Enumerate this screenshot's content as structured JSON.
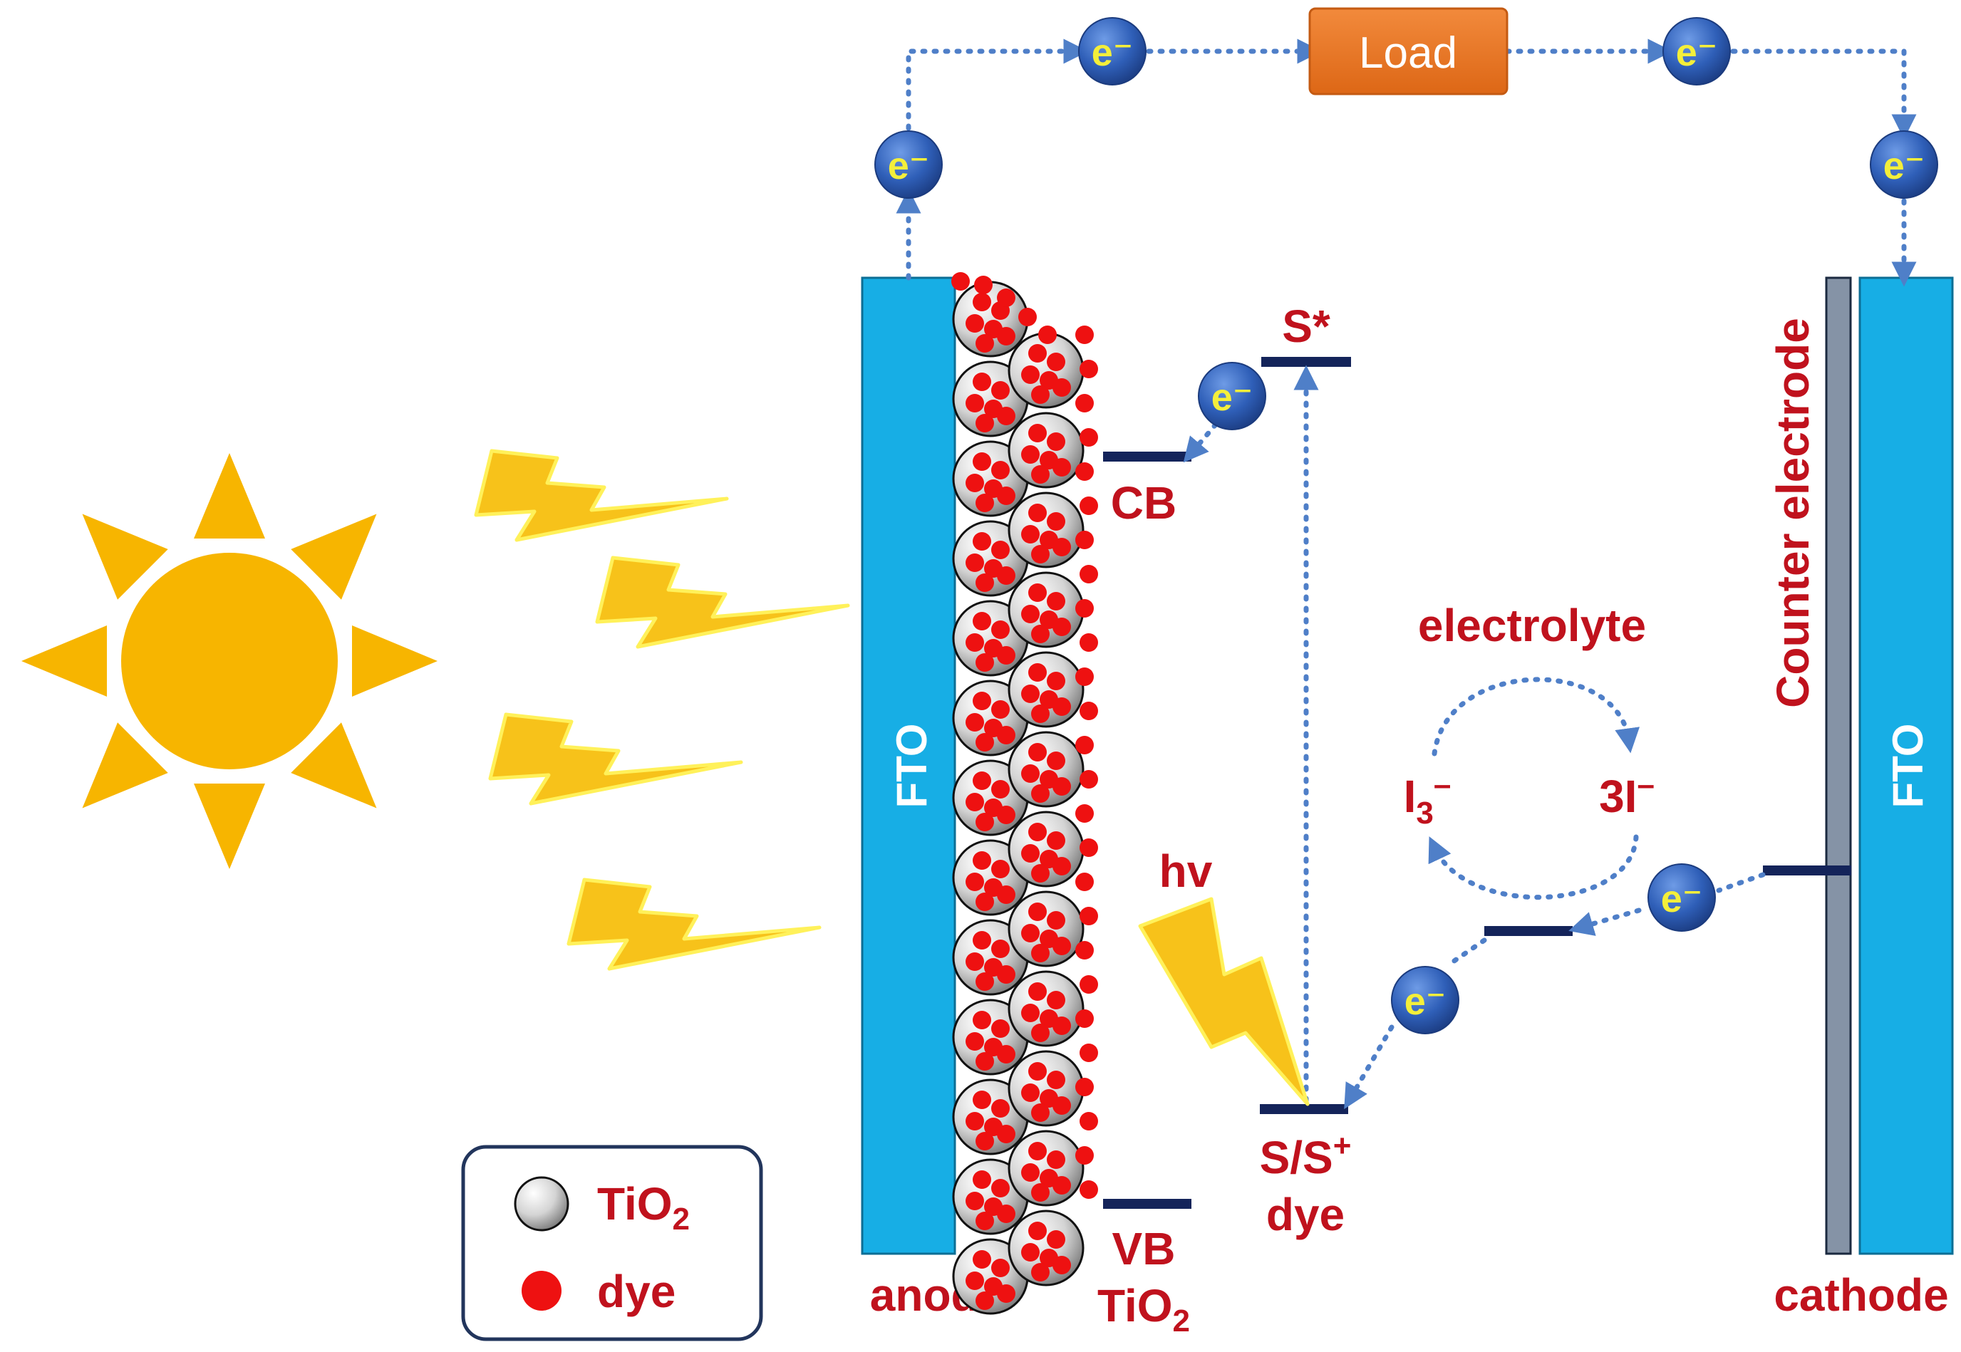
{
  "colors": {
    "label": "#c0121d",
    "fto": "#17aee5",
    "fto_text": "#ffffff",
    "arrow": "#4f7fc8",
    "electron_fill": "#2f5fb8",
    "electron_text": "#f4ef3a",
    "sun": "#f7b500",
    "bolt": "#f7c21a",
    "bolt_edge": "#fff15a",
    "load_fill": "#ec7a2b",
    "load_text": "#ffffff",
    "level": "#14245a",
    "dye_dot": "#ee1111",
    "counter_bar": "#8593a6",
    "legend_border": "#22355c"
  },
  "circuit": {
    "load_label": "Load",
    "electron_label": "e⁻"
  },
  "anode": {
    "fto_label": "FTO",
    "label": "anode"
  },
  "cathode": {
    "fto_label": "FTO",
    "label": "cathode",
    "counter_label": "Counter electrode"
  },
  "energy_levels": {
    "excited": "S*",
    "cb": "CB",
    "vb": "VB",
    "vb_material": "TiO",
    "vb_material_sub": "2",
    "ground": "S/S",
    "ground_sup": "+",
    "dye": "dye",
    "photon": "hv"
  },
  "electrolyte": {
    "title": "electrolyte",
    "triiodide": "I",
    "triiodide_sub": "3",
    "triiodide_sup": "–",
    "iodide": "3I",
    "iodide_sup": "–"
  },
  "legend": {
    "tio2": "TiO",
    "tio2_sub": "2",
    "dye": "dye"
  },
  "icons": [
    "sun-icon",
    "lightning-icon",
    "electron-icon",
    "tio2-particle-icon",
    "dye-dot-icon"
  ]
}
